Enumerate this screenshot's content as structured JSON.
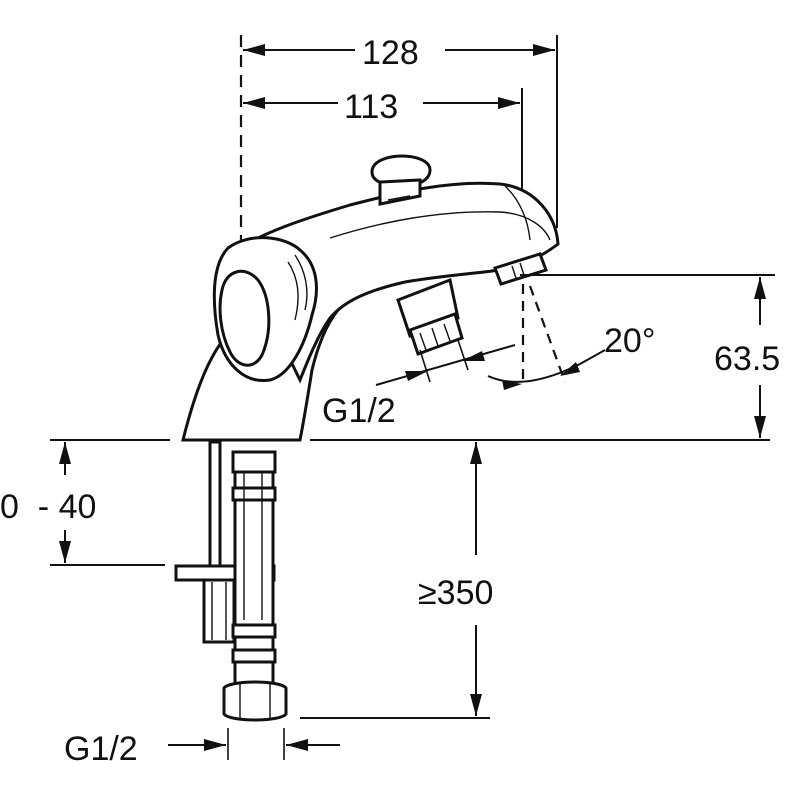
{
  "drawing": {
    "labels": {
      "width_overall": "128",
      "width_spout": "113",
      "angle": "20°",
      "height_spout": "63.5",
      "inlet_thread": "G1/2",
      "deck_thickness": "0  - 40",
      "min_hose_length": "≥350",
      "bottom_thread": "G1/2"
    }
  }
}
